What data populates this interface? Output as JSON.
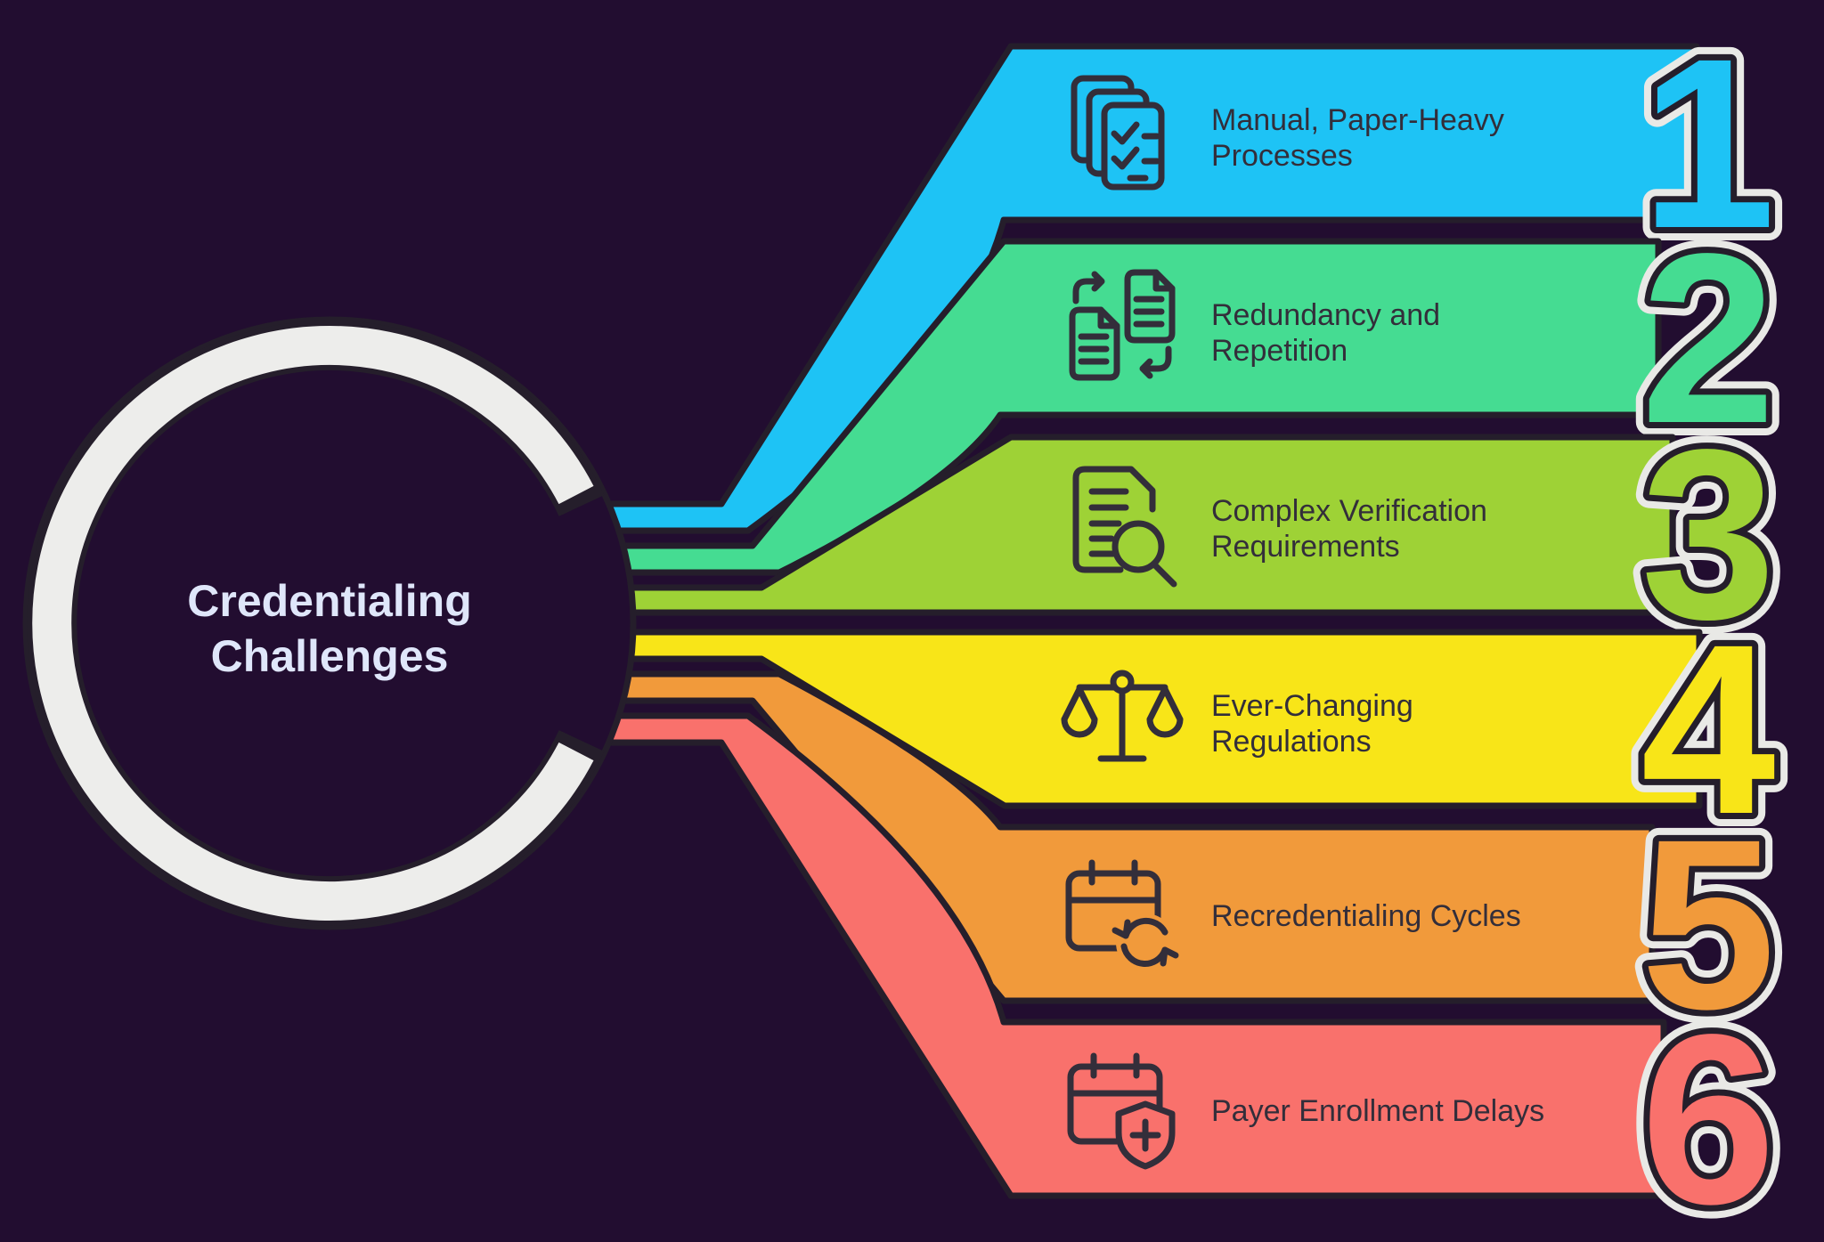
{
  "title": "Credentialing Challenges infographic",
  "colors": {
    "background": "#220D30",
    "outline": "#251E2B",
    "ring": "#EDEDEB",
    "center_text": "#DFE6FA",
    "label_text": "#332E3A",
    "icon_stroke": "#332E3A",
    "digit_rim": "#E9E9E6"
  },
  "center": {
    "line1": "Credentialing",
    "line2": "Challenges"
  },
  "items": [
    {
      "number": "1",
      "color": "#1EC3F5",
      "icon": "stacked-checklist-documents-icon",
      "label_line1": "Manual, Paper-Heavy",
      "label_line2": "Processes"
    },
    {
      "number": "2",
      "color": "#45DC92",
      "icon": "document-transfer-arrows-icon",
      "label_line1": "Redundancy and",
      "label_line2": "Repetition"
    },
    {
      "number": "3",
      "color": "#9ED236",
      "icon": "document-magnifier-icon",
      "label_line1": "Complex Verification",
      "label_line2": "Requirements"
    },
    {
      "number": "4",
      "color": "#F8E518",
      "icon": "balance-scale-icon",
      "label_line1": "Ever-Changing",
      "label_line2": "Regulations"
    },
    {
      "number": "5",
      "color": "#F19A3B",
      "icon": "calendar-refresh-icon",
      "label_line1": "Recredentialing Cycles",
      "label_line2": ""
    },
    {
      "number": "6",
      "color": "#F9716C",
      "icon": "calendar-shield-plus-icon",
      "label_line1": "Payer Enrollment Delays",
      "label_line2": ""
    }
  ]
}
